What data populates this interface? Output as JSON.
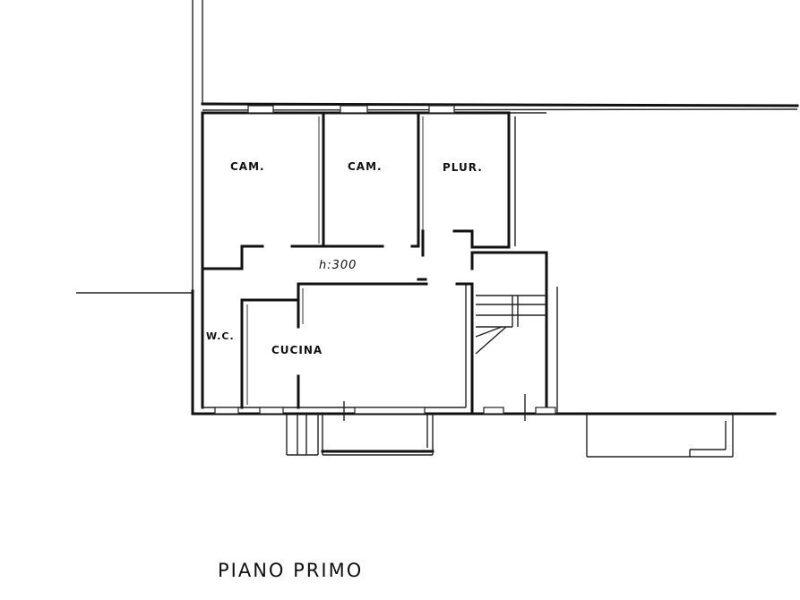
{
  "plan": {
    "rooms": {
      "cam_1": "CAM.",
      "cam_2": "CAM.",
      "plur": "PLUR.",
      "hall_height": "h:300",
      "wc": "W.C.",
      "cucina": "CUCINA"
    },
    "title": "PIANO PRIMO"
  }
}
